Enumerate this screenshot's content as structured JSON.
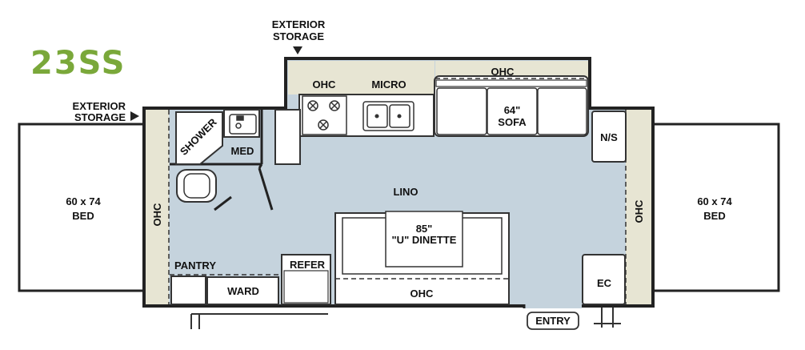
{
  "model_name": "23SS",
  "colors": {
    "model_green": "#7aa83a",
    "floor": "#c5d3dd",
    "wall": "#222222",
    "cabinet": "#e7e5d3",
    "bed_fill": "#ffffff"
  },
  "labels": {
    "exterior_storage_top": [
      "EXTERIOR",
      "STORAGE"
    ],
    "exterior_storage_left": [
      "EXTERIOR",
      "STORAGE"
    ],
    "ohc_kitchen": "OHC",
    "micro": "MICRO",
    "ohc_top": "OHC",
    "sofa": [
      "64\"",
      "SOFA"
    ],
    "ns": "N/S",
    "shower": "SHOWER",
    "med": "MED",
    "lino": "LINO",
    "ohc_left": "OHC",
    "ohc_right": "OHC",
    "bed_left": [
      "60 x 74",
      "BED"
    ],
    "bed_right": [
      "60 x 74",
      "BED"
    ],
    "dinette": [
      "85\"",
      "\"U\" DINETTE"
    ],
    "ohc_bottom": "OHC",
    "pantry": "PANTRY",
    "refer": "REFER",
    "ward": "WARD",
    "ec": "EC",
    "entry": "ENTRY"
  }
}
